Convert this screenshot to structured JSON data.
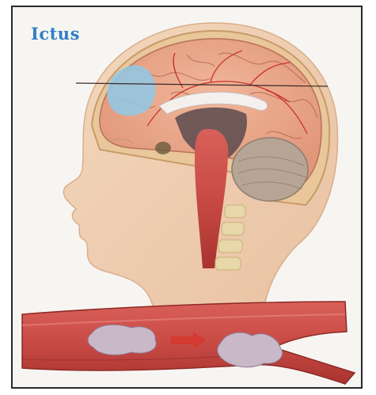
{
  "title": "Ictus",
  "icons": {
    "head": "head-cross-section-illustration",
    "vessel": "artery-clot-illustration",
    "arrow": "right-arrow-icon"
  },
  "colors": {
    "title": "#2f7fc6",
    "ischemic_area": "#8fc9e8",
    "artery": "#c94a45",
    "clot": "#c9b8c8",
    "skin": "#f0cdb0"
  }
}
